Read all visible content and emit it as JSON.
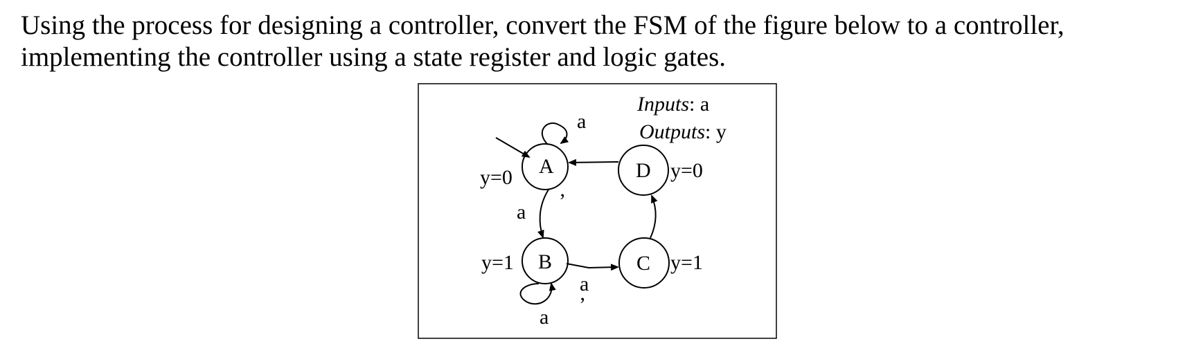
{
  "question": {
    "line1": "Using the process for designing a controller, convert the FSM of the figure below to a controller,",
    "line2": "implementing the controller using a state register and logic gates."
  },
  "figure": {
    "legend": {
      "inputs_label": "Inputs",
      "inputs_value": ": a",
      "outputs_label": "Outputs",
      "outputs_value": ": y"
    },
    "states": {
      "A": {
        "name": "A",
        "output": "y=0"
      },
      "B": {
        "name": "B",
        "output": "y=1"
      },
      "C": {
        "name": "C",
        "output": "y=1"
      },
      "D": {
        "name": "D",
        "output": "y=0"
      }
    },
    "transitions": {
      "a_self": "a",
      "a_to_b": "a",
      "a_to_b_prime": "’",
      "b_self": "a",
      "b_to_c": "a",
      "b_to_c_prime": "’"
    }
  }
}
